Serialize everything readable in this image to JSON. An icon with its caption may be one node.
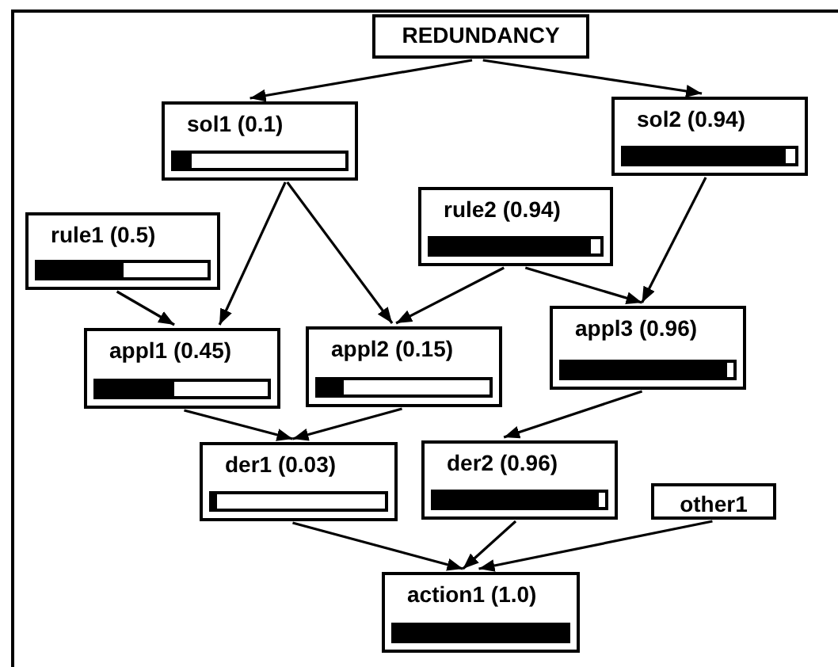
{
  "diagram": {
    "nodes": [
      {
        "text": [
          "REDUNDANCY"
        ]
      },
      {
        "text": [
          "sol1 (0.1)"
        ]
      },
      {
        "text": [
          "sol2 (0.94)"
        ]
      },
      {
        "text": [
          "rule1 (0.5)"
        ]
      },
      {
        "text": [
          "rule2 (0.94)"
        ]
      },
      {
        "text": [
          "appl1 (0.45)"
        ]
      },
      {
        "text": [
          "appl2 (0.15)"
        ]
      },
      {
        "text": [
          "appl3 (0.96)"
        ]
      },
      {
        "text": [
          "der1 (0.03)"
        ]
      },
      {
        "text": [
          "der2 (0.96)"
        ]
      },
      {
        "text": [
          "other1"
        ]
      },
      {
        "text": [
          "action1 (1.0)"
        ]
      }
    ],
    "edges": [
      {
        "from": 0,
        "to": 1,
        "arrow": "to"
      },
      {
        "from": 0,
        "to": 2,
        "arrow": "to"
      },
      {
        "from": 1,
        "to": 5,
        "arrow": "to"
      },
      {
        "from": 1,
        "to": 6,
        "arrow": "to"
      },
      {
        "from": 3,
        "to": 5,
        "arrow": "to"
      },
      {
        "from": 4,
        "to": 6,
        "arrow": "to"
      },
      {
        "from": 4,
        "to": 7,
        "arrow": "to"
      },
      {
        "from": 2,
        "to": 7,
        "arrow": "to"
      },
      {
        "from": 5,
        "to": 8,
        "arrow": "to"
      },
      {
        "from": 6,
        "to": 8,
        "arrow": "to"
      },
      {
        "from": 7,
        "to": 9,
        "arrow": "to"
      },
      {
        "from": 8,
        "to": 11,
        "arrow": "to"
      },
      {
        "from": 9,
        "to": 11,
        "arrow": "to"
      },
      {
        "from": 10,
        "to": 11,
        "arrow": "to"
      }
    ]
  }
}
